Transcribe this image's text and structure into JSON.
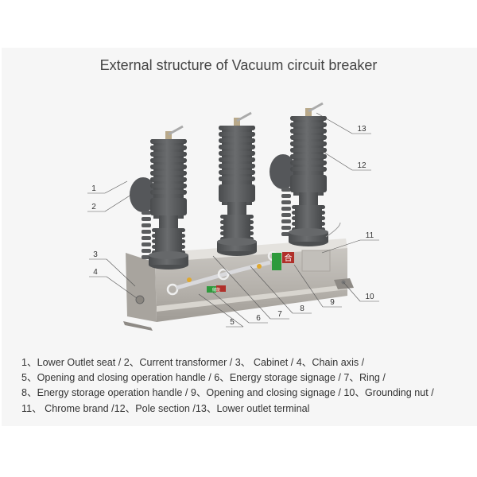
{
  "title": "External structure of Vacuum circuit breaker",
  "signage": {
    "closing": "合",
    "storage": "储能"
  },
  "callouts": [
    "1",
    "2",
    "3",
    "4",
    "5",
    "6",
    "7",
    "8",
    "9",
    "10",
    "11",
    "12",
    "13"
  ],
  "legend_lines": [
    "1、Lower Outlet seat / 2、Current transformer / 3、 Cabinet  / 4、Chain axis /",
    "5、Opening and closing operation handle  /  6、Energy storage signage / 7、Ring /",
    "8、Energy storage operation handle  / 9、Opening and closing signage / 10、Grounding nut /",
    "11、 Chrome brand /12、Pole section /13、Lower outlet terminal"
  ],
  "colors": {
    "insulator": "#5d5f61",
    "cabinet": "#b9b6b1",
    "green_sign": "#2e9a3c",
    "red_sign": "#b0302a"
  }
}
